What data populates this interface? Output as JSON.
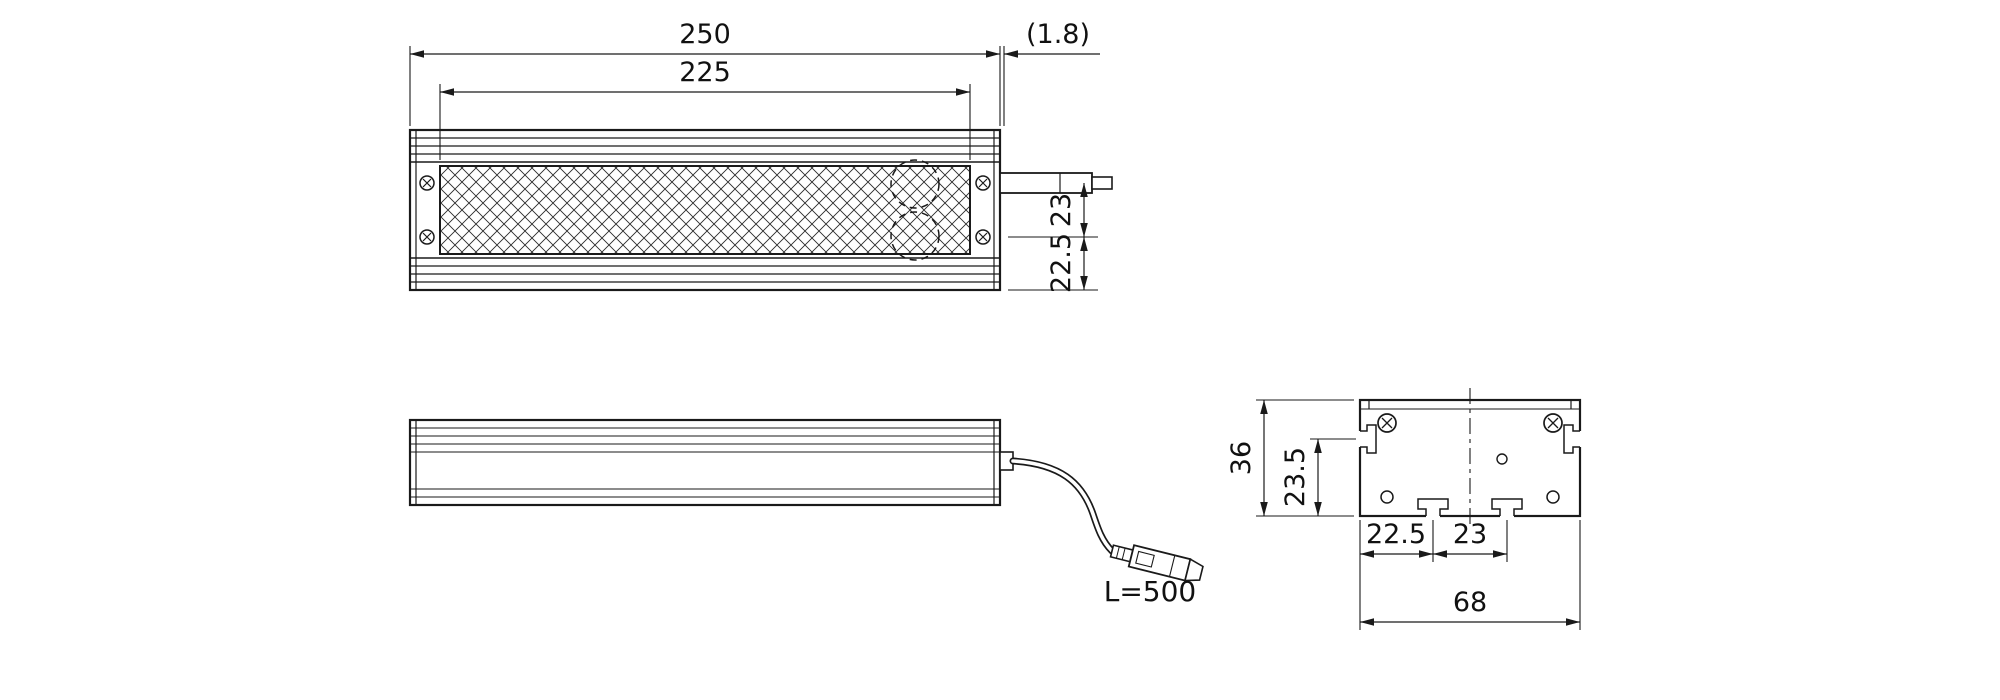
{
  "colors": {
    "line": "#1a1a1a",
    "background": "#ffffff",
    "text": "#111111"
  },
  "top_view": {
    "dim_total_length": "250",
    "dim_end_gap": "(1.8)",
    "dim_emitting_length": "225",
    "dim_hole_pitch": "23",
    "dim_hole_to_edge": "22.5"
  },
  "side_view": {
    "cable_label": "L=500"
  },
  "end_view": {
    "dim_height": "36",
    "dim_groove_to_bottom": "23.5",
    "dim_slot_from_edge": "22.5",
    "dim_slot_pitch": "23",
    "dim_width": "68"
  }
}
